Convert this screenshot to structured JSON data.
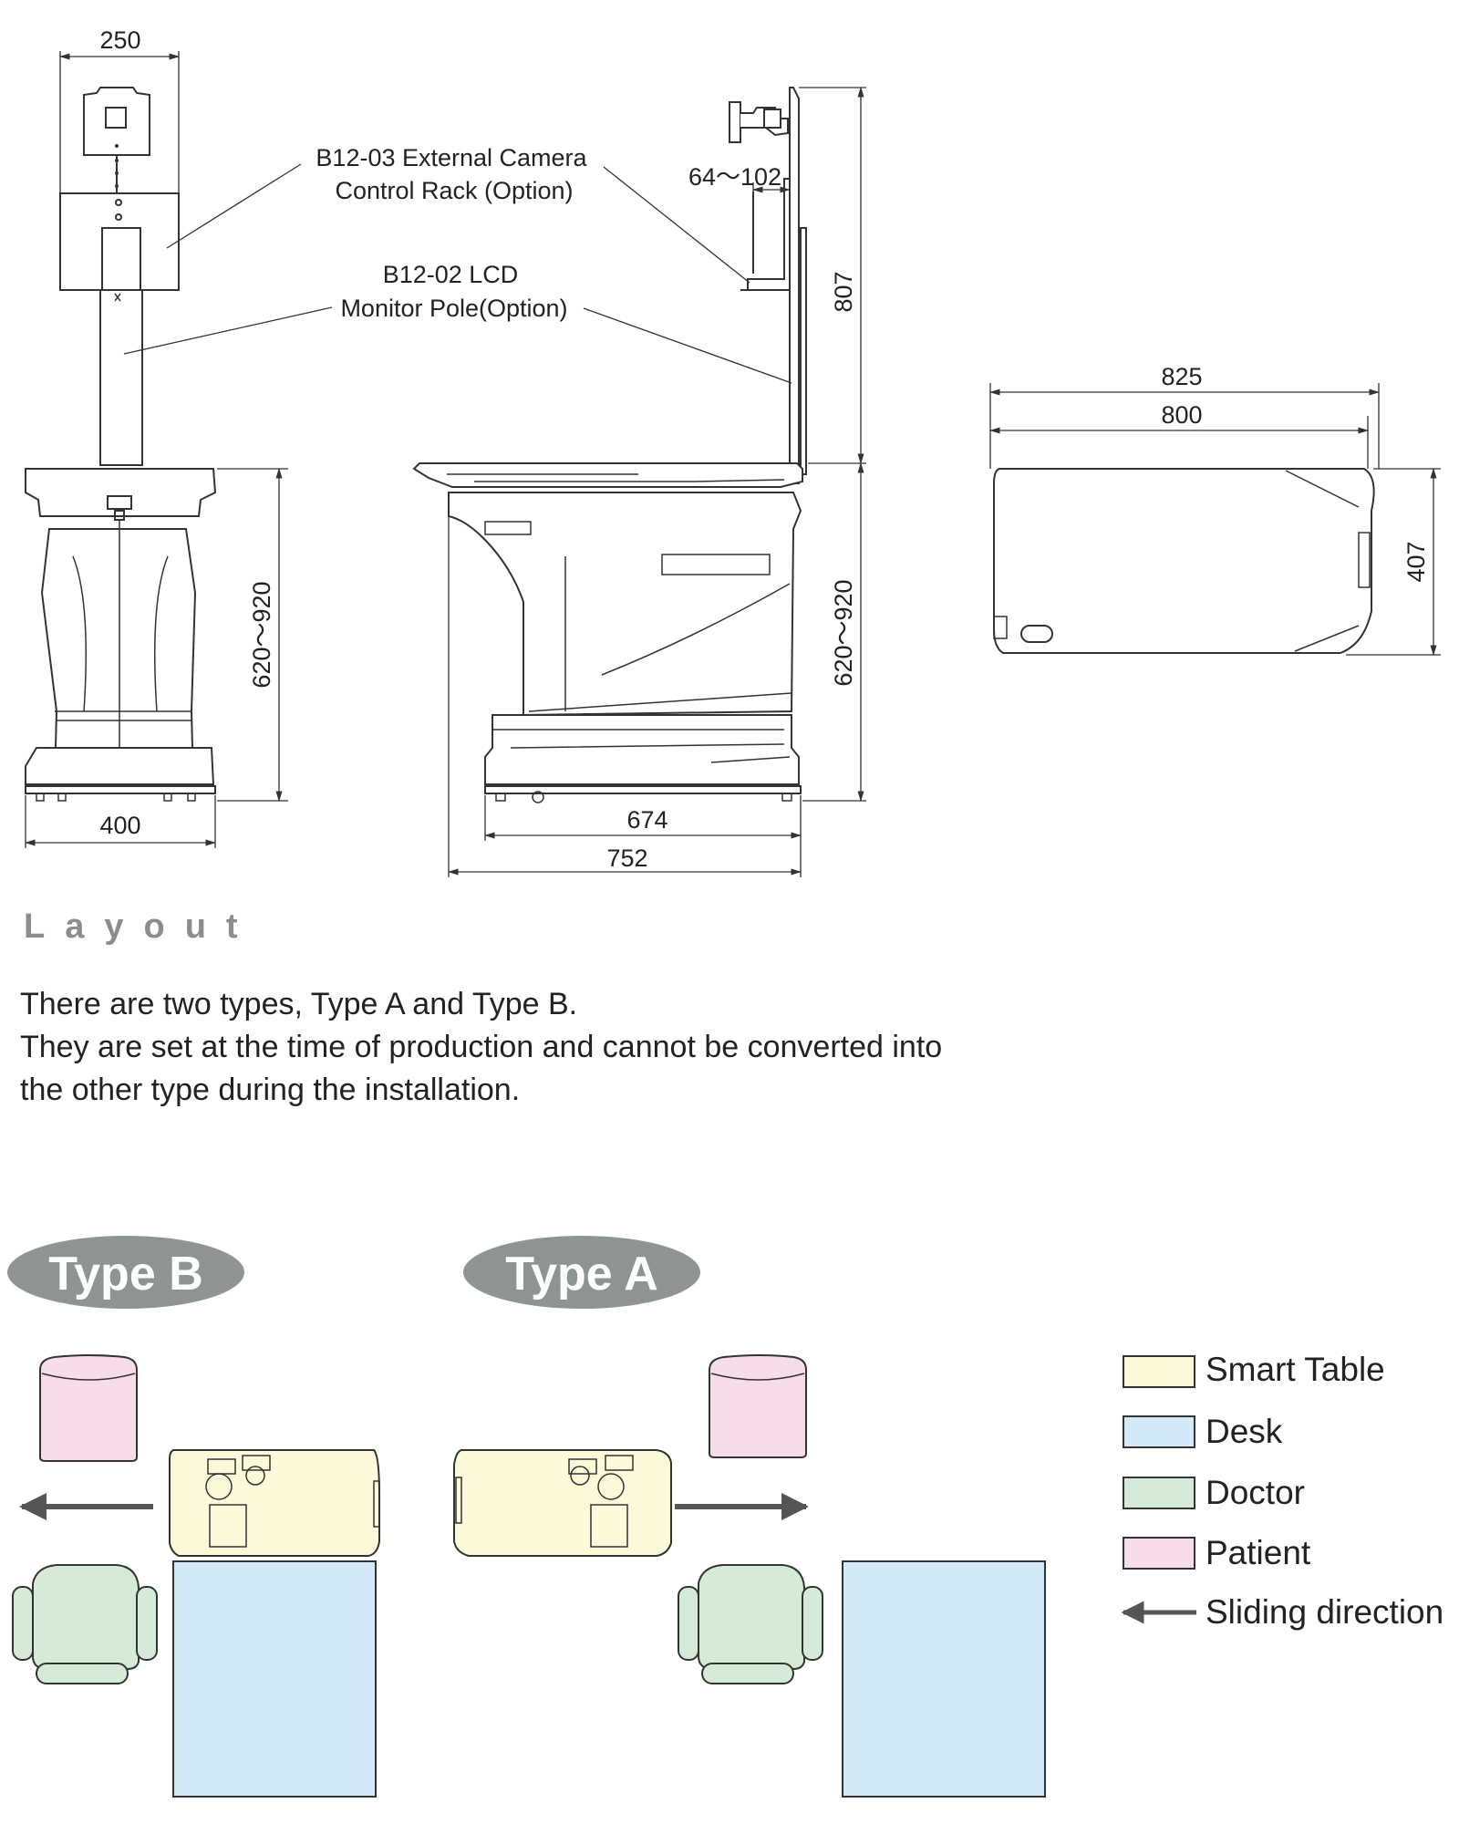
{
  "dimensions": {
    "pole_width": "250",
    "base_width": "400",
    "height_range_front": "620〜920",
    "camera_offset": "64〜102",
    "pole_height": "807",
    "height_range_side": "620〜920",
    "side_depth_inner": "674",
    "side_depth_outer": "752",
    "top_outer": "825",
    "top_inner": "800",
    "top_depth": "407"
  },
  "callouts": {
    "camera_rack_line1": "B12-03 External Camera",
    "camera_rack_line2": "Control Rack (Option)",
    "lcd_pole_line1": "B12-02 LCD",
    "lcd_pole_line2": "Monitor Pole(Option)"
  },
  "layout": {
    "title": "Layout",
    "paragraph": [
      "There are two types, Type A and Type B.",
      "They are set at the time of production and cannot be converted into",
      "the other type during the installation."
    ],
    "type_b_label": "Type B",
    "type_a_label": "Type A"
  },
  "legend": {
    "smart_table": "Smart Table",
    "desk": "Desk",
    "doctor": "Doctor",
    "patient": "Patient",
    "sliding": "Sliding direction"
  },
  "colors": {
    "smart_table": "#fcf9d8",
    "desk": "#d3e9f8",
    "doctor": "#d6ebd7",
    "patient": "#f7dcea",
    "badge": "#8e9494",
    "arrow": "#555555"
  }
}
